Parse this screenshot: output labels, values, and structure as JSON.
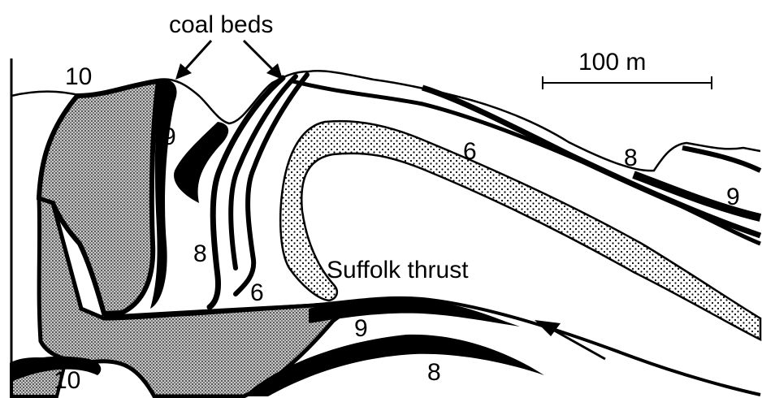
{
  "annotations": {
    "coal_beds": "coal beds",
    "thrust": "Suffolk thrust"
  },
  "scale_bar": {
    "label": "100 m"
  },
  "unit_labels": {
    "u10_top": "10",
    "u9_left": "9",
    "u8_left": "8",
    "u6_fold": "6",
    "u6_limb": "6",
    "u8_right": "8",
    "u9_right": "9",
    "u9_lower": "9",
    "u8_lower": "8",
    "u10_bottom": "10"
  },
  "colors": {
    "ink": "#000000",
    "stipple_fill": "#9a9a9a",
    "paper": "#ffffff"
  },
  "patterns": {
    "unit_10": "fine-stipple-grey",
    "sandstone_band": "dotted"
  }
}
